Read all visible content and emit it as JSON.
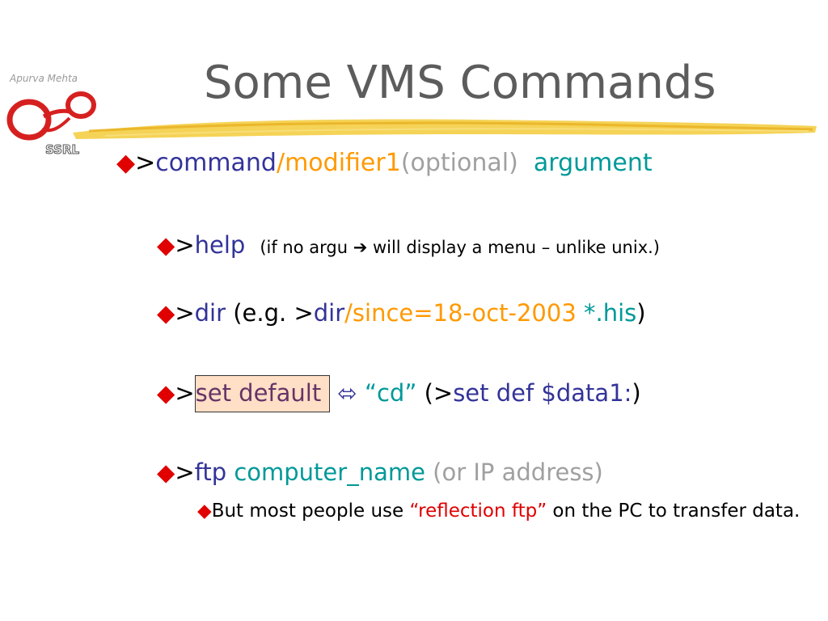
{
  "header": {
    "author": "Apurva Mehta",
    "logo_text": "SSRL",
    "title": "Some VMS Commands"
  },
  "bullets": {
    "marker": "◆",
    "l1": {
      "prompt": ">",
      "command": "command",
      "modifier": "/modifier1",
      "optional": "(optional)",
      "argument": "argument"
    },
    "l2": {
      "prompt": ">",
      "cmd": "help",
      "note": "(if no argu ➔ will display a menu – unlike unix.)"
    },
    "l3": {
      "prompt": ">",
      "cmd": "dir",
      "eg_open": " (e.g. >",
      "eg_cmd": "dir",
      "eg_mod": "/since=18-oct-2003",
      "eg_arg": " *.his",
      "eg_close": ")"
    },
    "l4": {
      "prompt": ">",
      "cmd": "set default",
      "equiv": " ⬄ ",
      "cd": "“cd”",
      "paren_open": " (>",
      "alt": "set def $data1:",
      "paren_close": ")"
    },
    "l5": {
      "prompt": ">",
      "cmd": "ftp",
      "arg": " computer_name",
      "alt": " (or IP address)"
    },
    "l6": {
      "text_a": "But most people use ",
      "highlight": "“reflection ftp”",
      "text_b": " on the PC to transfer data."
    }
  },
  "colors": {
    "title": "#5c5c5c",
    "bullet": "#e00000",
    "command": "#333399",
    "modifier": "#ff9900",
    "optional": "#a0a0a0",
    "argument": "#009999",
    "highlight_bg": "#ffdfc6"
  }
}
